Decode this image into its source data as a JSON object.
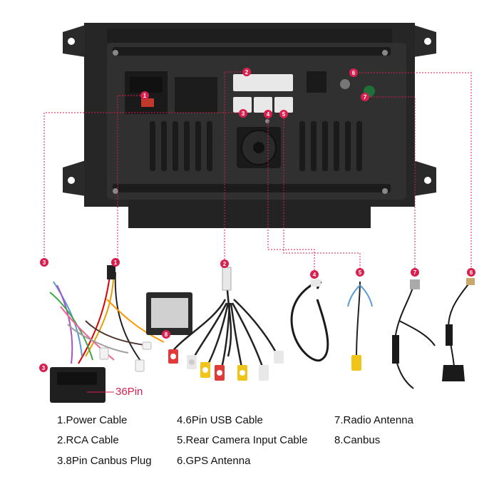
{
  "colors": {
    "callout": "#d81f4e",
    "leader": "#d81f4e",
    "unit_body": "#2b2b2b",
    "unit_dark": "#1a1a1a",
    "connector_white": "#e8e8e8"
  },
  "callouts": [
    "1",
    "2",
    "3",
    "4",
    "5",
    "6",
    "7",
    "8"
  ],
  "plug_label": "36Pin",
  "legend": [
    {
      "id": "power",
      "text": "1.Power Cable"
    },
    {
      "id": "rca",
      "text": "2.RCA Cable"
    },
    {
      "id": "canbus-plug",
      "text": "3.8Pin Canbus Plug"
    },
    {
      "id": "usb",
      "text": "4.6Pin USB Cable"
    },
    {
      "id": "camera",
      "text": "5.Rear Camera Input Cable"
    },
    {
      "id": "gps",
      "text": "6.GPS Antenna"
    },
    {
      "id": "radio",
      "text": "7.Radio Antenna"
    },
    {
      "id": "canbus",
      "text": "8.Canbus"
    }
  ]
}
